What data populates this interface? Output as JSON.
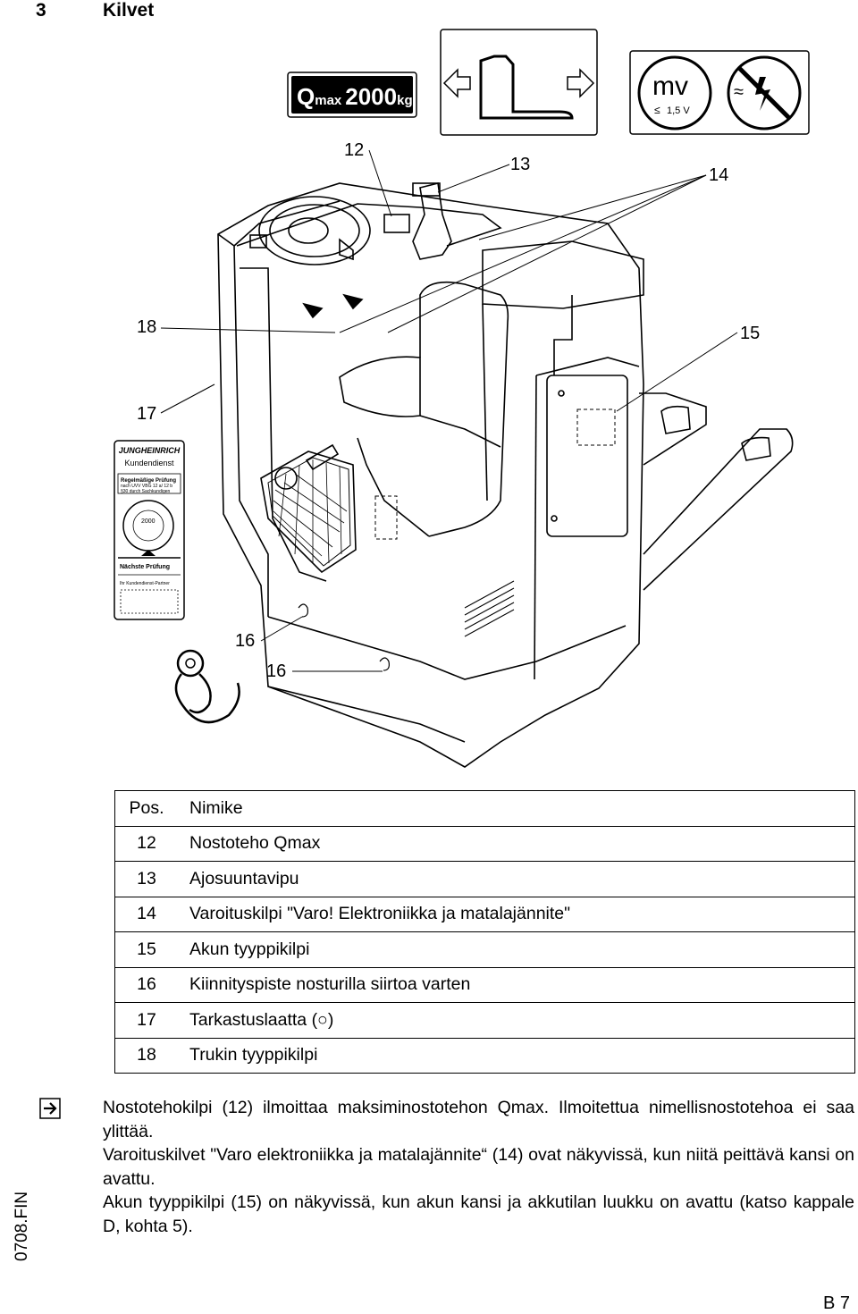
{
  "heading": {
    "number": "3",
    "title": "Kilvet"
  },
  "labels": {
    "qmax": {
      "q": "Q",
      "sub": "max",
      "value": "2000",
      "unit": "kg"
    },
    "mv": {
      "text": "mv",
      "voltage": "1,5 V",
      "approx": "≈"
    }
  },
  "callouts": {
    "c12": "12",
    "c13": "13",
    "c14": "14",
    "c15": "15",
    "c16a": "16",
    "c16b": "16",
    "c17": "17",
    "c18": "18"
  },
  "inspection_plate": {
    "brand": "JUNGHEINRICH",
    "service": "Kundendienst",
    "check_title": "Regelmäßige Prüfung",
    "check_line1": "nach UVV VBG 12 a/ 12 b",
    "check_line2": "§30 durch Sachkundigen",
    "year": "2000",
    "next": "Nächste Prüfung",
    "partner": "Ihr Kundendienst-Partner"
  },
  "table": {
    "header": {
      "pos": "Pos.",
      "name": "Nimike"
    },
    "rows": [
      {
        "pos": "12",
        "name": "Nostoteho Qmax"
      },
      {
        "pos": "13",
        "name": "Ajosuuntavipu"
      },
      {
        "pos": "14",
        "name": "Varoituskilpi \"Varo! Elektroniikka ja matalajännite\""
      },
      {
        "pos": "15",
        "name": "Akun tyyppikilpi"
      },
      {
        "pos": "16",
        "name": "Kiinnityspiste nosturilla siirtoa varten"
      },
      {
        "pos": "17",
        "name": "Tarkastuslaatta (○)"
      },
      {
        "pos": "18",
        "name": "Trukin tyyppikilpi"
      }
    ]
  },
  "note": {
    "p1": "Nostotehokilpi (12) ilmoittaa maksiminostotehon Qmax. Ilmoitettua nimellisnostote­hoa ei saa ylittää.",
    "p2": "Varoituskilvet \"Varo elektroniikka ja matalajännite“ (14) ovat näkyvissä, kun niitä peit­tävä kansi on avattu.",
    "p3": "Akun tyyppikilpi (15) on näkyvissä, kun akun kansi ja akkutilan luukku on avattu (katso kappale D, kohta 5)."
  },
  "side_code": "0708.FIN",
  "page_number": "B 7"
}
